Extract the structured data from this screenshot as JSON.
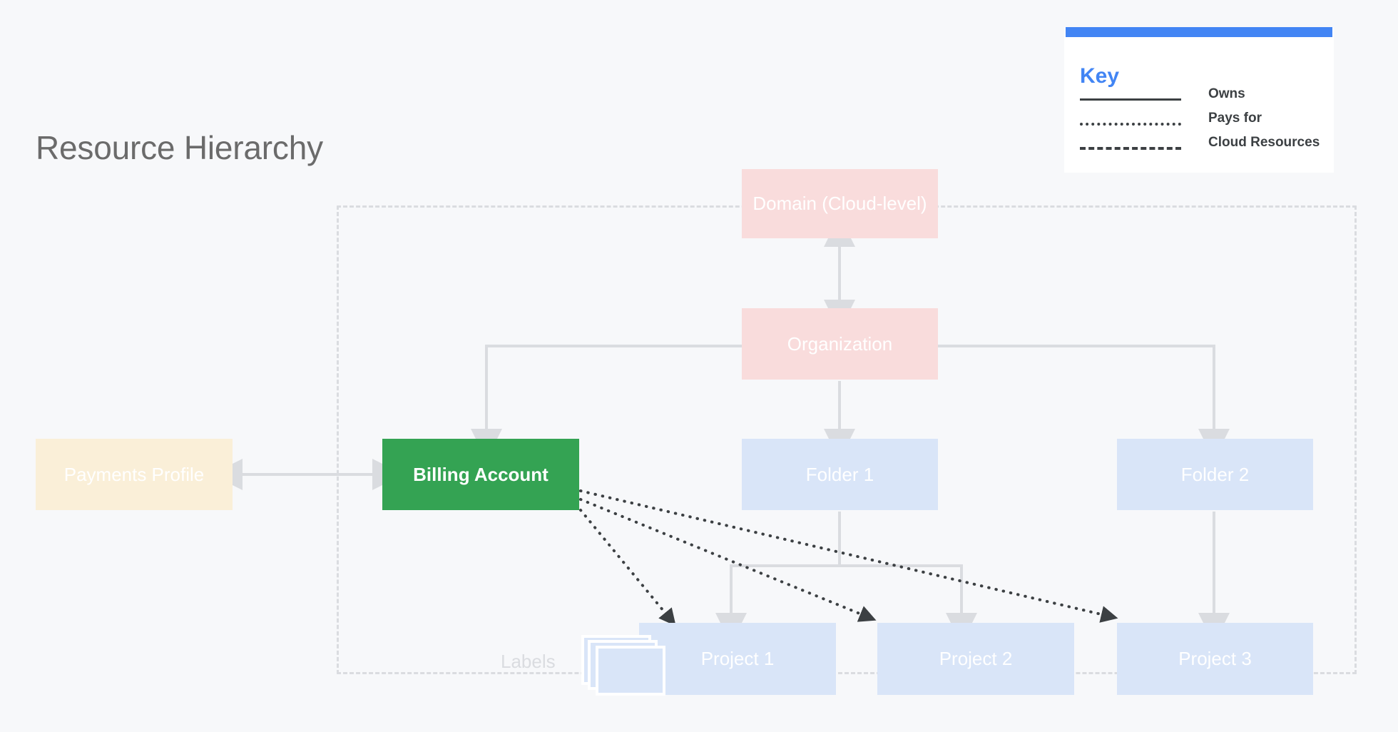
{
  "page": {
    "title": "Resource Hierarchy",
    "background_color": "#F7F8FA"
  },
  "key": {
    "title": "Key",
    "accent_color": "#4285F4",
    "panel_color": "#FFFFFF",
    "rows": [
      {
        "style": "solid",
        "label": "Owns"
      },
      {
        "style": "dotted",
        "label": "Pays for"
      },
      {
        "style": "dashed",
        "label": "Cloud Resources"
      }
    ]
  },
  "diagram": {
    "type": "hierarchy",
    "boundary": {
      "name": "Cloud Resources",
      "style": "dashed",
      "color": "#DADCE0"
    },
    "labels_group_caption": "Labels",
    "nodes": [
      {
        "id": "domain",
        "label": "Domain (Cloud-level)",
        "color": "#F9DCDC",
        "text_color": "#FFFFFF",
        "level": "domain"
      },
      {
        "id": "organization",
        "label": "Organization",
        "color": "#F9DCDC",
        "text_color": "#FFFFFF",
        "level": "organization"
      },
      {
        "id": "payments",
        "label": "Payments Profile",
        "color": "#FAEFD8",
        "text_color": "#FFFFFF",
        "level": "billing"
      },
      {
        "id": "billing",
        "label": "Billing Account",
        "color": "#34A353",
        "text_color": "#FFFFFF",
        "level": "billing"
      },
      {
        "id": "folder1",
        "label": "Folder 1",
        "color": "#D9E5F8",
        "text_color": "#FFFFFF",
        "level": "folder"
      },
      {
        "id": "folder2",
        "label": "Folder 2",
        "color": "#D9E5F8",
        "text_color": "#FFFFFF",
        "level": "folder"
      },
      {
        "id": "project1",
        "label": "Project 1",
        "color": "#D9E5F8",
        "text_color": "#FFFFFF",
        "level": "project"
      },
      {
        "id": "project2",
        "label": "Project 2",
        "color": "#D9E5F8",
        "text_color": "#FFFFFF",
        "level": "project"
      },
      {
        "id": "project3",
        "label": "Project 3",
        "color": "#D9E5F8",
        "text_color": "#FFFFFF",
        "level": "project"
      }
    ],
    "edges": [
      {
        "from": "domain",
        "to": "organization",
        "style": "solid",
        "arrows": "both"
      },
      {
        "from": "organization",
        "to": "billing",
        "style": "solid",
        "arrows": "to"
      },
      {
        "from": "organization",
        "to": "folder1",
        "style": "solid",
        "arrows": "to"
      },
      {
        "from": "organization",
        "to": "folder2",
        "style": "solid",
        "arrows": "to"
      },
      {
        "from": "payments",
        "to": "billing",
        "style": "solid",
        "arrows": "both"
      },
      {
        "from": "folder1",
        "to": "project1",
        "style": "solid",
        "arrows": "to"
      },
      {
        "from": "folder1",
        "to": "project2",
        "style": "solid",
        "arrows": "to"
      },
      {
        "from": "folder2",
        "to": "project3",
        "style": "solid",
        "arrows": "to"
      },
      {
        "from": "billing",
        "to": "project1",
        "style": "dotted",
        "arrows": "to"
      },
      {
        "from": "billing",
        "to": "project2",
        "style": "dotted",
        "arrows": "to"
      },
      {
        "from": "billing",
        "to": "project3",
        "style": "dotted",
        "arrows": "to"
      }
    ]
  }
}
